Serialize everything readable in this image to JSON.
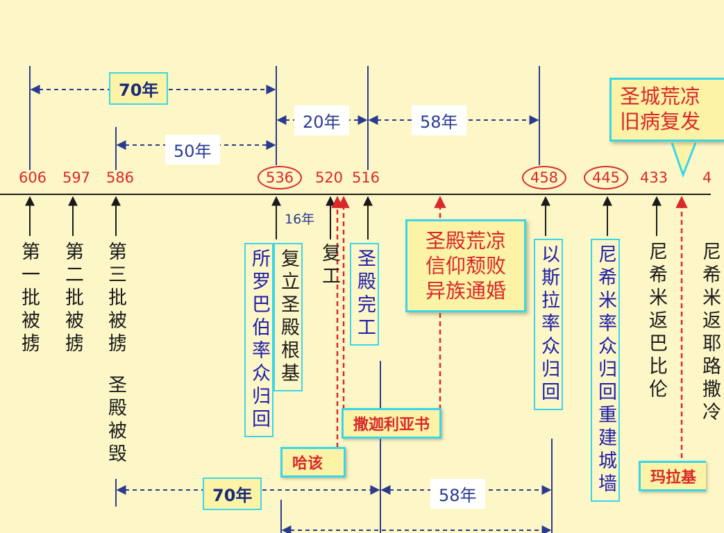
{
  "years": {
    "y606": "606",
    "y597": "597",
    "y586": "586",
    "y536": "536",
    "y520": "520",
    "y516": "516",
    "y458": "458",
    "y445": "445",
    "y433": "433",
    "y4x": "4"
  },
  "spans": {
    "top_70": "70年",
    "top_20": "20年",
    "top_58": "58年",
    "top_50": "50年",
    "small_16": "16年",
    "bottom_70": "70年",
    "bottom_58": "58年"
  },
  "events": {
    "first_captivity": "第一批被掳",
    "second_captivity": "第二批被掳",
    "third_captivity": "第三批被掳",
    "temple_destroyed": "圣殿被毁",
    "zerubbabel_return": "所罗巴伯率众归回",
    "temple_foundation": "复立圣殿根基",
    "resume_work": "复工",
    "temple_completed": "圣殿完工",
    "ezra_return": "以斯拉率众归回",
    "nehemiah_rebuild": "尼希米率众归回重建城墙",
    "nehemiah_babylon": "尼希米返巴比伦",
    "nehemiah_again": "尼希米返耶路撒冷"
  },
  "notes": {
    "temple_desolate": [
      "圣殿荒凉",
      "信仰颓败",
      "异族通婚"
    ],
    "city_desolate": [
      "圣城荒凉",
      "旧病复发"
    ]
  },
  "tags": {
    "zechariah": "撒迦利亚书",
    "haggai": "哈该",
    "malachi": "玛拉基"
  },
  "colors": {
    "background": "#fdf7c8",
    "year_red": "#d8282a",
    "line_navy": "#2a3b8f",
    "box_cyan": "#39d6e8"
  }
}
